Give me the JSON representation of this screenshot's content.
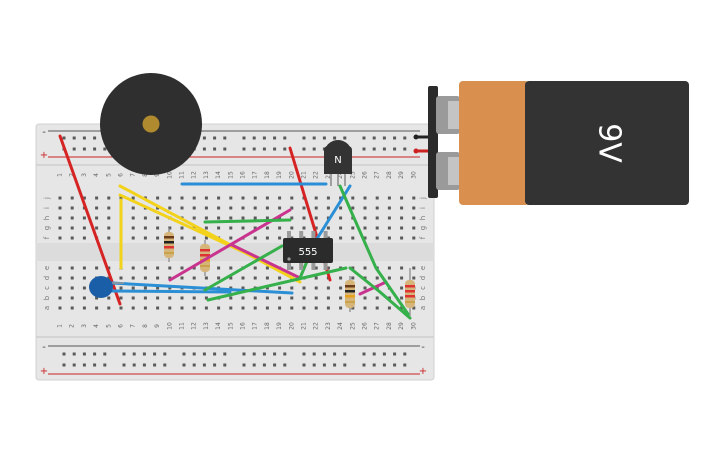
{
  "battery": {
    "label": "9V",
    "body_color": "#333333",
    "cap_color": "#d9904f"
  },
  "chip": {
    "label": "555",
    "color": "#2b2b2b"
  },
  "transistor": {
    "label": "N"
  },
  "breadboard": {
    "columns": [
      "1",
      "2",
      "3",
      "4",
      "5",
      "6",
      "7",
      "8",
      "9",
      "10",
      "11",
      "12",
      "13",
      "14",
      "15",
      "16",
      "17",
      "18",
      "19",
      "20",
      "21",
      "22",
      "23",
      "24",
      "25",
      "26",
      "27",
      "28",
      "29",
      "30"
    ],
    "rows_top": [
      "j",
      "i",
      "h",
      "g",
      "f"
    ],
    "rows_bottom": [
      "e",
      "d",
      "c",
      "b",
      "a"
    ],
    "rail_plus": "+",
    "rail_minus": "-"
  },
  "colors": {
    "board": "#e6e6e6",
    "rail_red": "#cc2222",
    "wire_red": "#d62424",
    "wire_blue": "#2b8fd6",
    "wire_green": "#35b04a",
    "wire_yellow": "#f2d21b",
    "wire_magenta": "#c8348e",
    "buzzer": "#2f2f2f",
    "capacitor": "#1b5ea8"
  }
}
